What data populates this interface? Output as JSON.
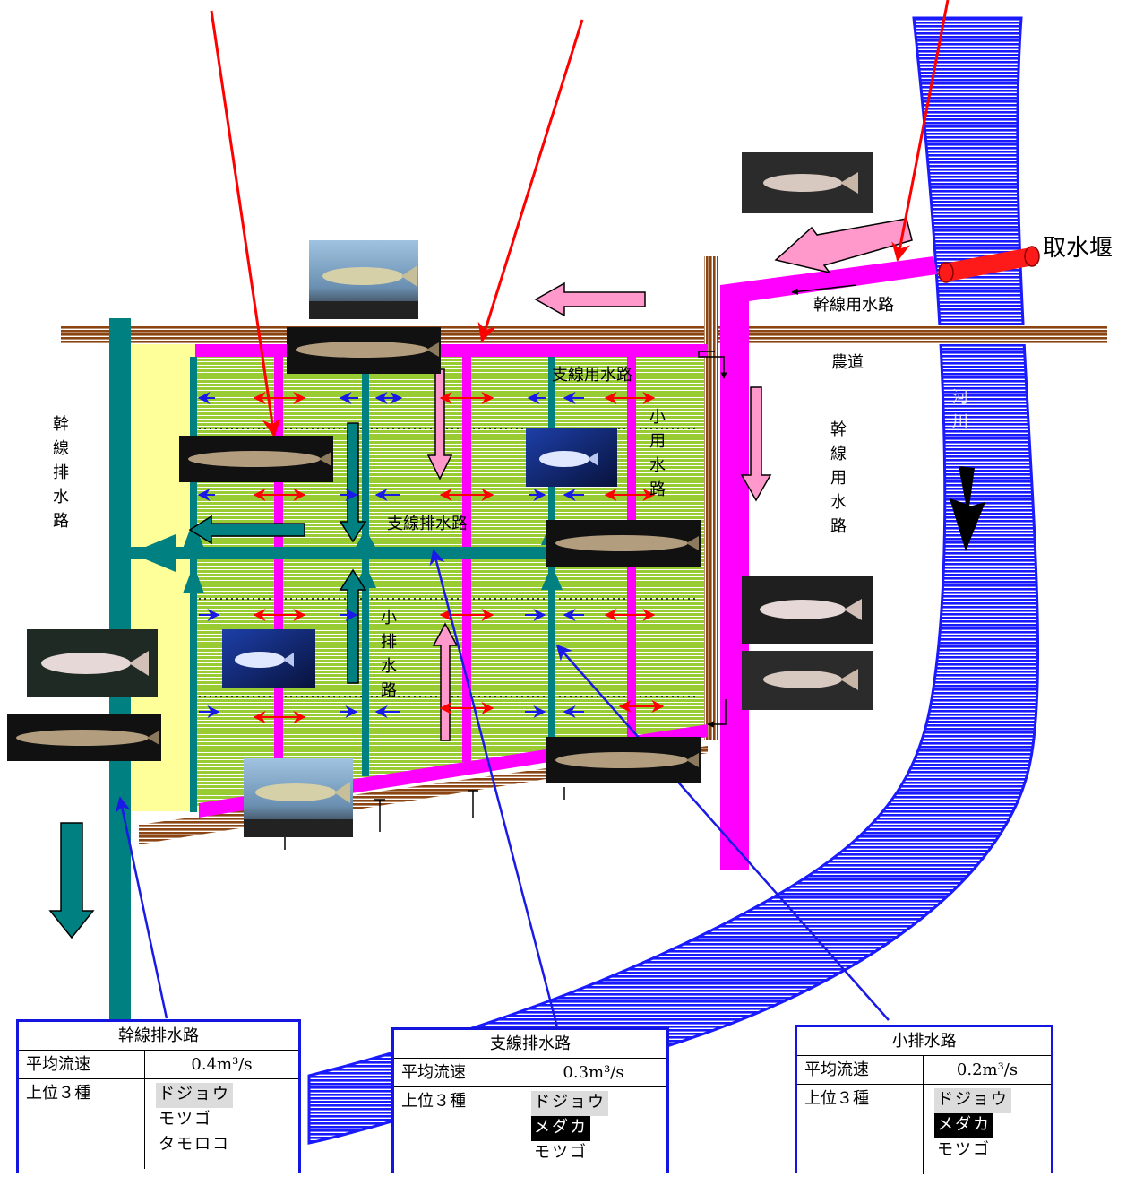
{
  "labels": {
    "intake_weir": "取水堰",
    "main_supply_canal_h": "幹線用水路",
    "farm_road": "農道",
    "branch_supply_canal": "支線用水路",
    "small_supply_canal": "小用水路",
    "branch_drain": "支線排水路",
    "small_drain": "小排水路",
    "main_drain_v": "幹線排水路",
    "main_supply_canal_v": "幹線用水路",
    "river": "河川"
  },
  "tables": [
    {
      "title": "幹線排水路",
      "speed_label": "平均流速",
      "speed_value": "0.4m³/s",
      "rank_label": "上位３種",
      "species": [
        "ドジョウ",
        "モツゴ",
        "タモロコ"
      ]
    },
    {
      "title": "支線排水路",
      "speed_label": "平均流速",
      "speed_value": "0.3m³/s",
      "rank_label": "上位３種",
      "species": [
        "ドジョウ",
        "メダカ",
        "モツゴ"
      ]
    },
    {
      "title": "小排水路",
      "speed_label": "平均流速",
      "speed_value": "0.2m³/s",
      "rank_label": "上位３種",
      "species": [
        "ドジョウ",
        "メダカ",
        "モツゴ"
      ]
    }
  ],
  "colors": {
    "supply_canal": "#ff00ff",
    "drain_canal": "#008080",
    "paddy": "#99cc33",
    "river": "#1a1aff",
    "road": "#8b4513",
    "pointer": "#ff0000",
    "table_border": "#1515e0",
    "flow_pink": "#ff99cc"
  },
  "photos": [
    "loach-photo",
    "medaka-photo",
    "minnow-photo",
    "gudgeon-photo"
  ]
}
